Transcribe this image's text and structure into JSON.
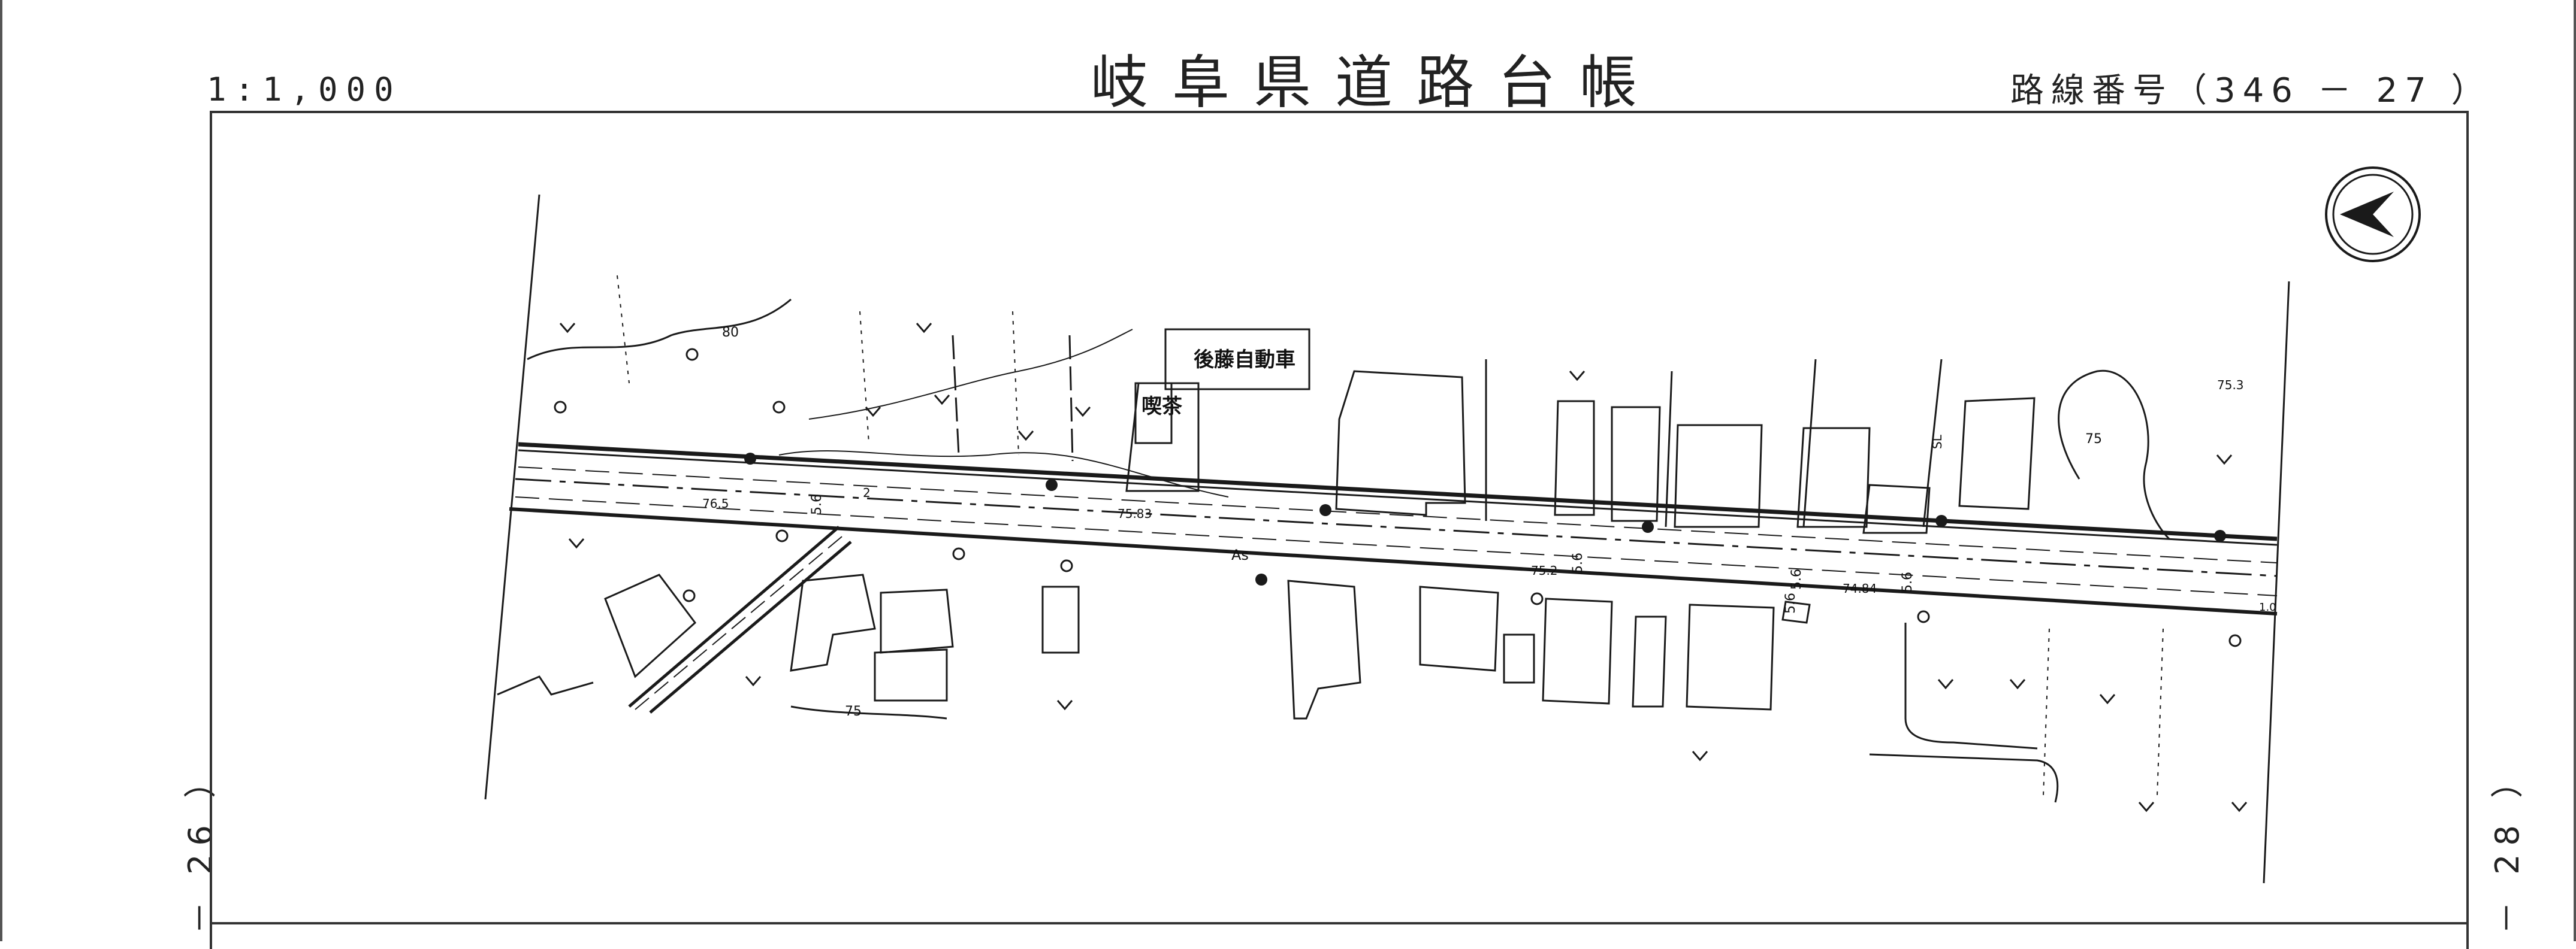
{
  "header": {
    "scale": "1:1,000",
    "title": "岐阜県道路台帳",
    "route_number": "路線番号（346 － 27 ）"
  },
  "side_labels": {
    "left": "－ 26 ）",
    "right": "－ 28 ）"
  },
  "map": {
    "building_label": "後藤自動車",
    "shop_label": "喫茶",
    "surface_label": "As",
    "contour_80": "80",
    "contour_75": "75",
    "contour_75b": "75",
    "elev_1": "76.5",
    "elev_2": "75.83",
    "elev_3": "75.2",
    "elev_4": "74.84",
    "elev_5": "75.3",
    "width_1": "5.6",
    "width_2": "5.6",
    "width_3": "5.6",
    "width_4": "5.6",
    "width_5": "5.6",
    "num_2": "2",
    "num_10": "1.0",
    "sl_label": "SL"
  },
  "colors": {
    "line": "#1a1a1a",
    "background": "#ffffff"
  },
  "icons": {
    "north_arrow": "north-arrow-icon"
  }
}
